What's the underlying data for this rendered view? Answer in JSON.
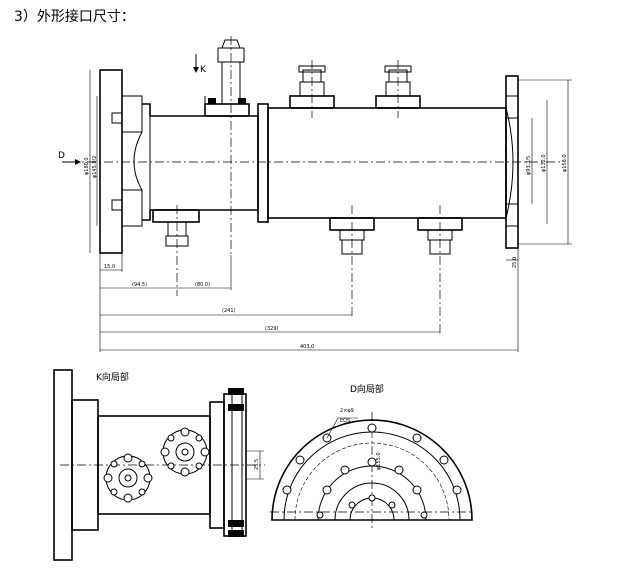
{
  "heading": "3）外形接口尺寸：",
  "labels": {
    "k_arrow": "K",
    "d_arrow": "D",
    "k_view": "K向局部",
    "d_view": "D向局部"
  },
  "dims": {
    "d1": "(94.5)",
    "d2": "(80.0)",
    "d3": "(241)",
    "d4": "(329)",
    "d5": "403.0",
    "flange_left_thk": "15.0",
    "flange_right_thk": "25.0",
    "dia_left_outer": "φ180.0",
    "dia_left_pcd": "φ145.0/2",
    "dia_right_1": "φ93.3/5",
    "dia_right_2": "φ132.0",
    "dia_right_3": "φ158.0",
    "k_gap": "25.5",
    "d_pcd": "φ155.0",
    "d_hole_top": "2×φ9",
    "d_hole_bottom": "EQS"
  }
}
